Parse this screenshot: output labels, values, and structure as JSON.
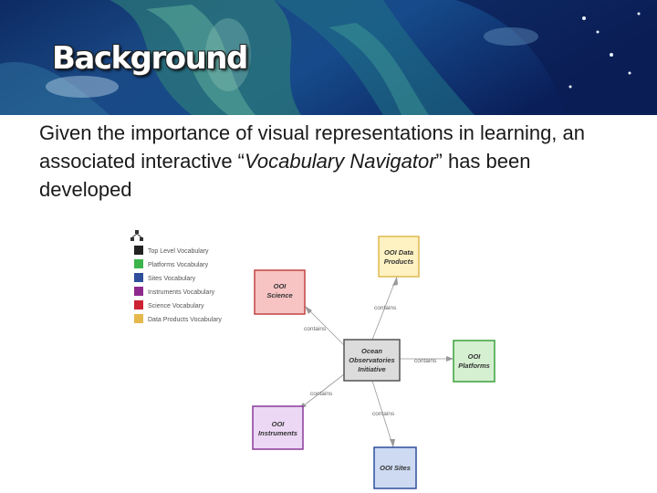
{
  "slide": {
    "title": "Background",
    "body": {
      "part1": "Given the importance of visual representations in learning, an associated interactive “",
      "emphasis1": "Vocabulary Navigator",
      "part2": "” has been developed"
    }
  },
  "diagram": {
    "legend": [
      {
        "label": "Top Level Vocabulary",
        "color": "#222222"
      },
      {
        "label": "Platforms Vocabulary",
        "color": "#3cb44b"
      },
      {
        "label": "Sites Vocabulary",
        "color": "#2f4e9c"
      },
      {
        "label": "Instruments Vocabulary",
        "color": "#8e2a8e"
      },
      {
        "label": "Science Vocabulary",
        "color": "#cc2233"
      },
      {
        "label": "Data Products Vocabulary",
        "color": "#e6b84c"
      }
    ],
    "nodes": {
      "center": {
        "lines": [
          "Ocean",
          "Observatories",
          "Initiative"
        ],
        "fill": "#dcdcdc",
        "stroke": "#555555"
      },
      "data_products": {
        "lines": [
          "OOI Data",
          "Products"
        ],
        "fill": "#fff2c2",
        "stroke": "#e0b850"
      },
      "science": {
        "lines": [
          "OOI",
          "Science"
        ],
        "fill": "#f7c3c3",
        "stroke": "#c44444"
      },
      "platforms": {
        "lines": [
          "OOI",
          "Platforms"
        ],
        "fill": "#d5f0d1",
        "stroke": "#3ca03c"
      },
      "instruments": {
        "lines": [
          "OOI",
          "Instruments"
        ],
        "fill": "#ecd8f4",
        "stroke": "#8a3a9a"
      },
      "sites": {
        "lines": [
          "OOI Sites"
        ],
        "fill": "#cddaf2",
        "stroke": "#2f4e9c"
      }
    },
    "edge_label": "contains"
  }
}
